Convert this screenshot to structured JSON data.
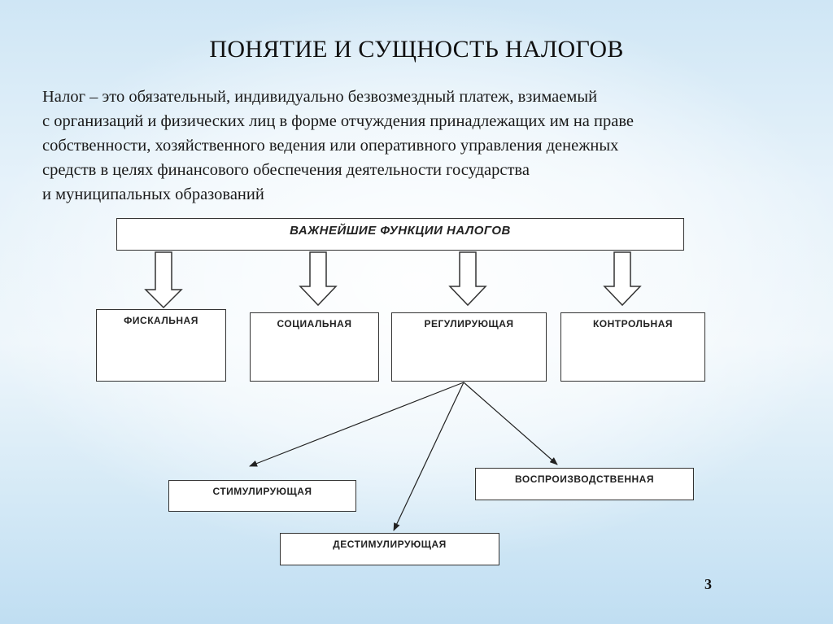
{
  "slide": {
    "title": "ПОНЯТИЕ И СУЩНОСТЬ НАЛОГОВ",
    "definition_lines": [
      "Налог – это обязательный, индивидуально безвозмездный платеж, взимаемый",
      "с организаций и физических лиц в форме отчуждения принадлежащих им на праве",
      "собственности, хозяйственного ведения или оперативного управления денежных",
      "средств в целях финансового обеспечения деятельности государства",
      "и муниципальных образований"
    ],
    "page_number": "3"
  },
  "diagram": {
    "header": "ВАЖНЕЙШИЕ ФУНКЦИИ НАЛОГОВ",
    "functions": [
      "ФИСКАЛЬНАЯ",
      "СОЦИАЛЬНАЯ",
      "РЕГУЛИРУЮЩАЯ",
      "КОНТРОЛЬНАЯ"
    ],
    "regulating_subfunctions": [
      "СТИМУЛИРУЮЩАЯ",
      "ВОСПРОИЗВОДСТВЕННАЯ",
      "ДЕСТИМУЛИРУЮЩАЯ"
    ]
  }
}
